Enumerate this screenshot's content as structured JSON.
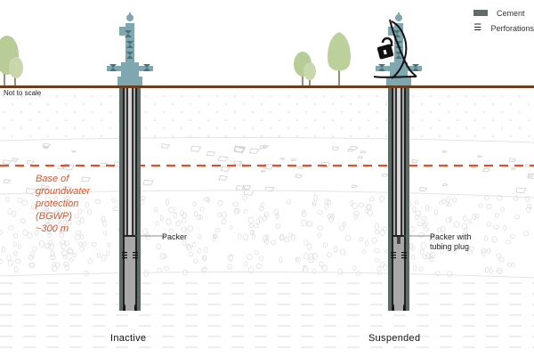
{
  "legend": {
    "items": [
      {
        "icon": "cement-swatch",
        "label": "Cement"
      },
      {
        "icon": "perforations-icon",
        "label": "Perforations"
      }
    ]
  },
  "note": "Not to scale",
  "bgwp": {
    "lines": [
      "Base of",
      "groundwater",
      "protection",
      "(BGWP)",
      "~300 m"
    ]
  },
  "wells": [
    {
      "title": "Inactive",
      "packer_label": [
        "Packer"
      ]
    },
    {
      "title": "Suspended",
      "packer_label": [
        "Packer with",
        "tubing plug"
      ]
    }
  ],
  "colors": {
    "cement": "#5c6d66",
    "wellhead": "#7fa7b0",
    "ground": "#6b3e1e",
    "bgwp": "#e0502a",
    "tree": "#b9cf9a",
    "chain": "#111111"
  }
}
